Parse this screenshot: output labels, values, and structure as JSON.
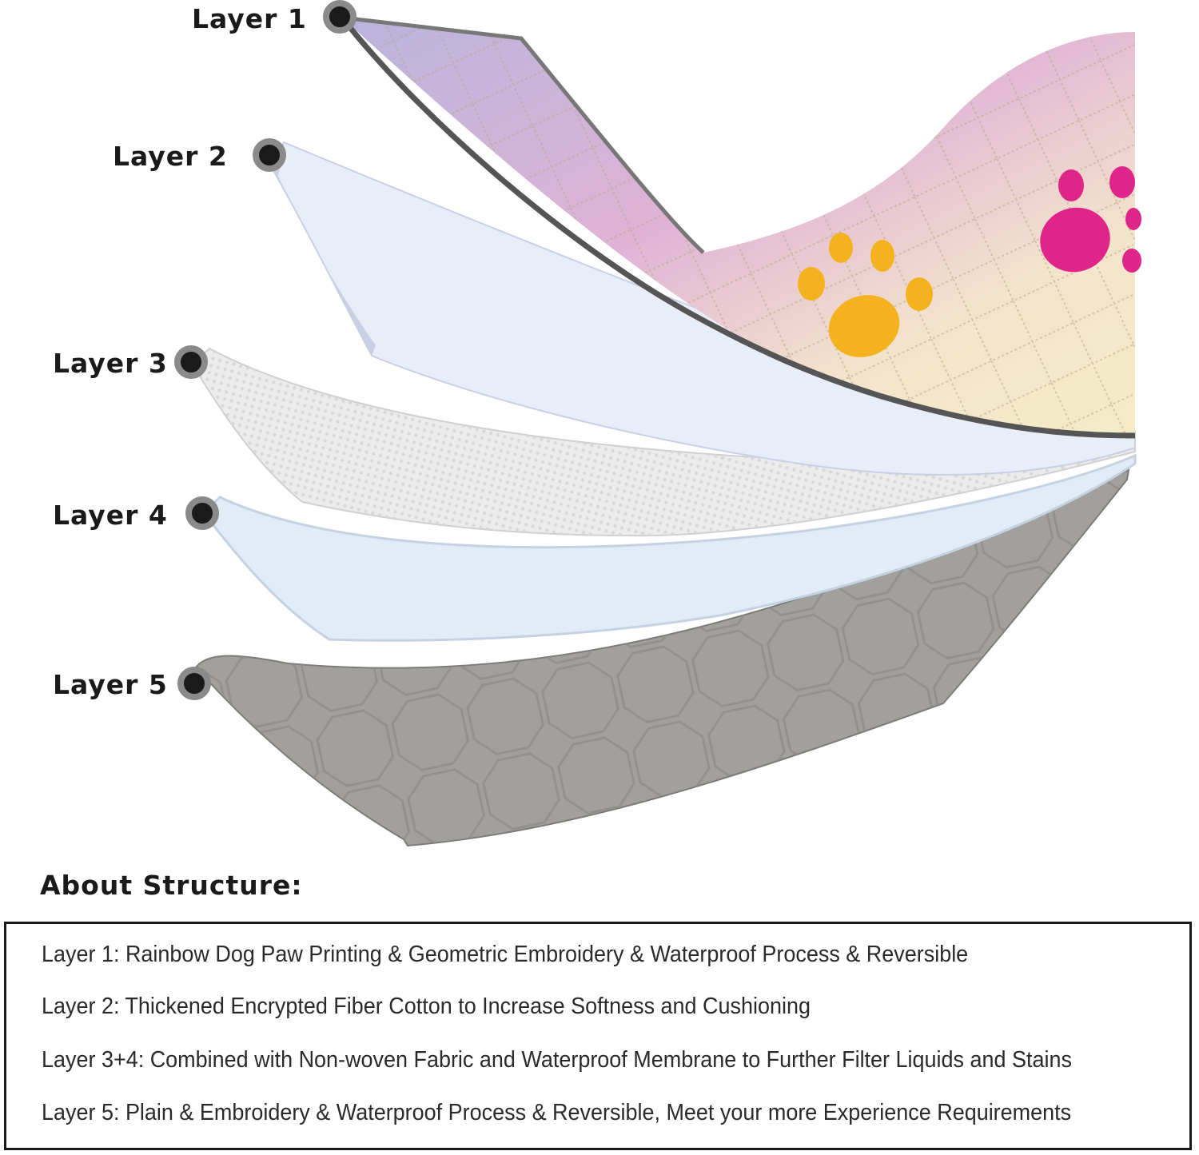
{
  "layers": [
    {
      "label": "Layer 1",
      "colors": {
        "top": "#b9b4dc",
        "mid": "#e7b6d8",
        "bottom": "#f4ecc7",
        "edge": "#555555"
      }
    },
    {
      "label": "Layer 2",
      "colors": {
        "fill": "#e9edf8",
        "edge": "#c8d0e4"
      }
    },
    {
      "label": "Layer 3",
      "colors": {
        "fill": "#ececec",
        "edge": "#cfcfcf"
      }
    },
    {
      "label": "Layer 4",
      "colors": {
        "fill": "#e2ecf7",
        "edge": "#c4d2e2"
      }
    },
    {
      "label": "Layer 5",
      "colors": {
        "fill": "#a2a09d",
        "edge": "#7d7b78"
      }
    }
  ],
  "paw_colors": [
    "#f3b21e",
    "#e0258a"
  ],
  "structure": {
    "heading": "About Structure:",
    "lines": [
      "Layer 1: Rainbow Dog Paw Printing & Geometric Embroidery & Waterproof Process & Reversible",
      "Layer 2: Thickened Encrypted Fiber Cotton to Increase Softness and Cushioning",
      "Layer 3+4: Combined with Non-woven Fabric and Waterproof Membrane to Further Filter Liquids and Stains",
      "Layer 5: Plain & Embroidery & Waterproof Process & Reversible, Meet your more Experience Requirements"
    ]
  }
}
